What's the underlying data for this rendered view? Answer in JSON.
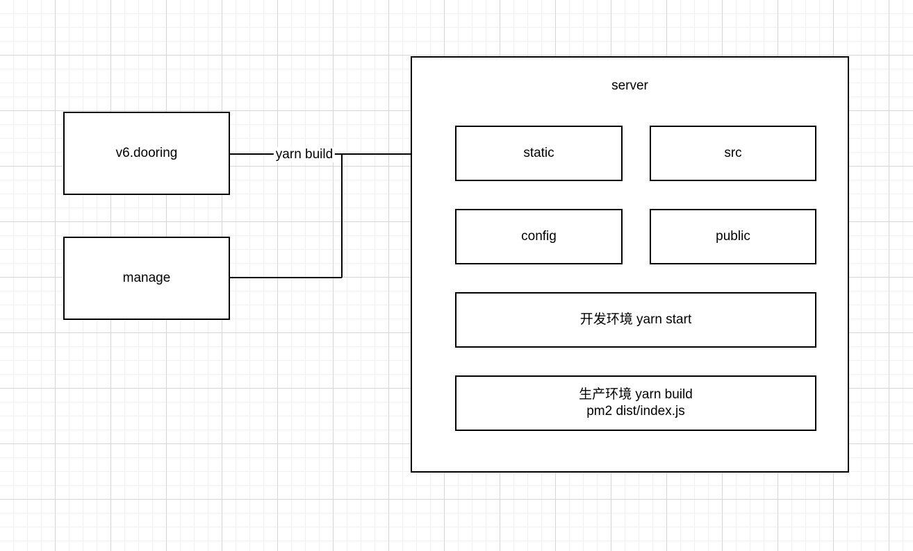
{
  "diagram": {
    "title": "server deployment architecture",
    "background": {
      "color": "#ffffff",
      "grid_minor_color": "#f0f0f0",
      "grid_major_color": "#d4d4d4"
    },
    "stroke_color": "#000000",
    "text_color": "#000000"
  },
  "nodes": {
    "source_v6_dooring": {
      "label": "v6.dooring"
    },
    "source_manage": {
      "label": "manage"
    },
    "server_group": {
      "label": "server"
    },
    "static_box": {
      "label": "static"
    },
    "src_box": {
      "label": "src"
    },
    "config_box": {
      "label": "config"
    },
    "public_box": {
      "label": "public"
    },
    "dev_env_box": {
      "label": "开发环境 yarn start"
    },
    "prod_env_box": {
      "label": "生产环境 yarn build\npm2 dist/index.js"
    }
  },
  "edges": {
    "build_edge": {
      "label": "yarn build",
      "from": "v6.dooring / manage",
      "to": "static",
      "arrow": "arrow-head-right-icon"
    }
  }
}
